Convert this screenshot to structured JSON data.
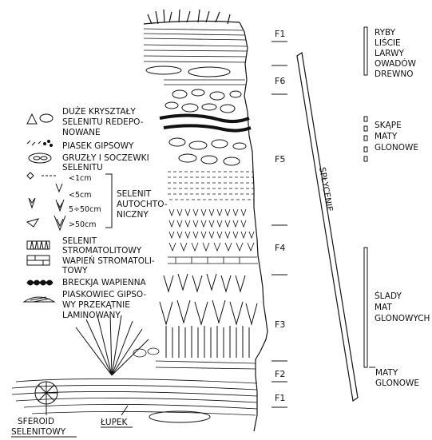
{
  "legend": {
    "large_crystals": [
      "DUŻE KRYSZTAŁY",
      "SELENITU REDEPO-",
      "NOWANE"
    ],
    "gypsum_sand": "PIASEK GIPSOWY",
    "nodules": [
      "GRUZŁY I SOCZEWKI",
      "SELENITU"
    ],
    "sizes": [
      "<1cm",
      "<5cm",
      "5÷50cm",
      ">50cm"
    ],
    "autochthonous": [
      "SELENIT",
      "AUTOCHTO-",
      "NICZNY"
    ],
    "stromatolitic_selenite": [
      "SELENIT",
      "STROMATOLITOWY"
    ],
    "stromatolitic_limestone": [
      "WAPIEŃ STROMATOLI-",
      "TOWY"
    ],
    "limestone_breccia": "BRECKJA WAPIENNA",
    "sandstone": [
      "PIASKOWIEC GIPSO-",
      "WY PRZEKĄTNIE",
      "LAMINOWANY"
    ]
  },
  "facies": [
    "F1",
    "F6",
    "F5",
    "F4",
    "F3",
    "F2",
    "F1"
  ],
  "shallowing": "SPŁYCENIE",
  "fossils": {
    "group1": [
      "RYBY",
      "LIŚCIE",
      "LARWY",
      "OWADÓW",
      "DREWNO"
    ],
    "group2": [
      "SKĄPE",
      "MATY",
      "GLONOWE"
    ],
    "group3": [
      "ŚLADY",
      "MAT",
      "GLONOWYCH"
    ],
    "group4": [
      "MATY",
      "GLONOWE"
    ]
  },
  "bottom_labels": {
    "spheroid": [
      "SFEROID",
      "SELENITOWY"
    ],
    "shale": "ŁUPEK"
  }
}
